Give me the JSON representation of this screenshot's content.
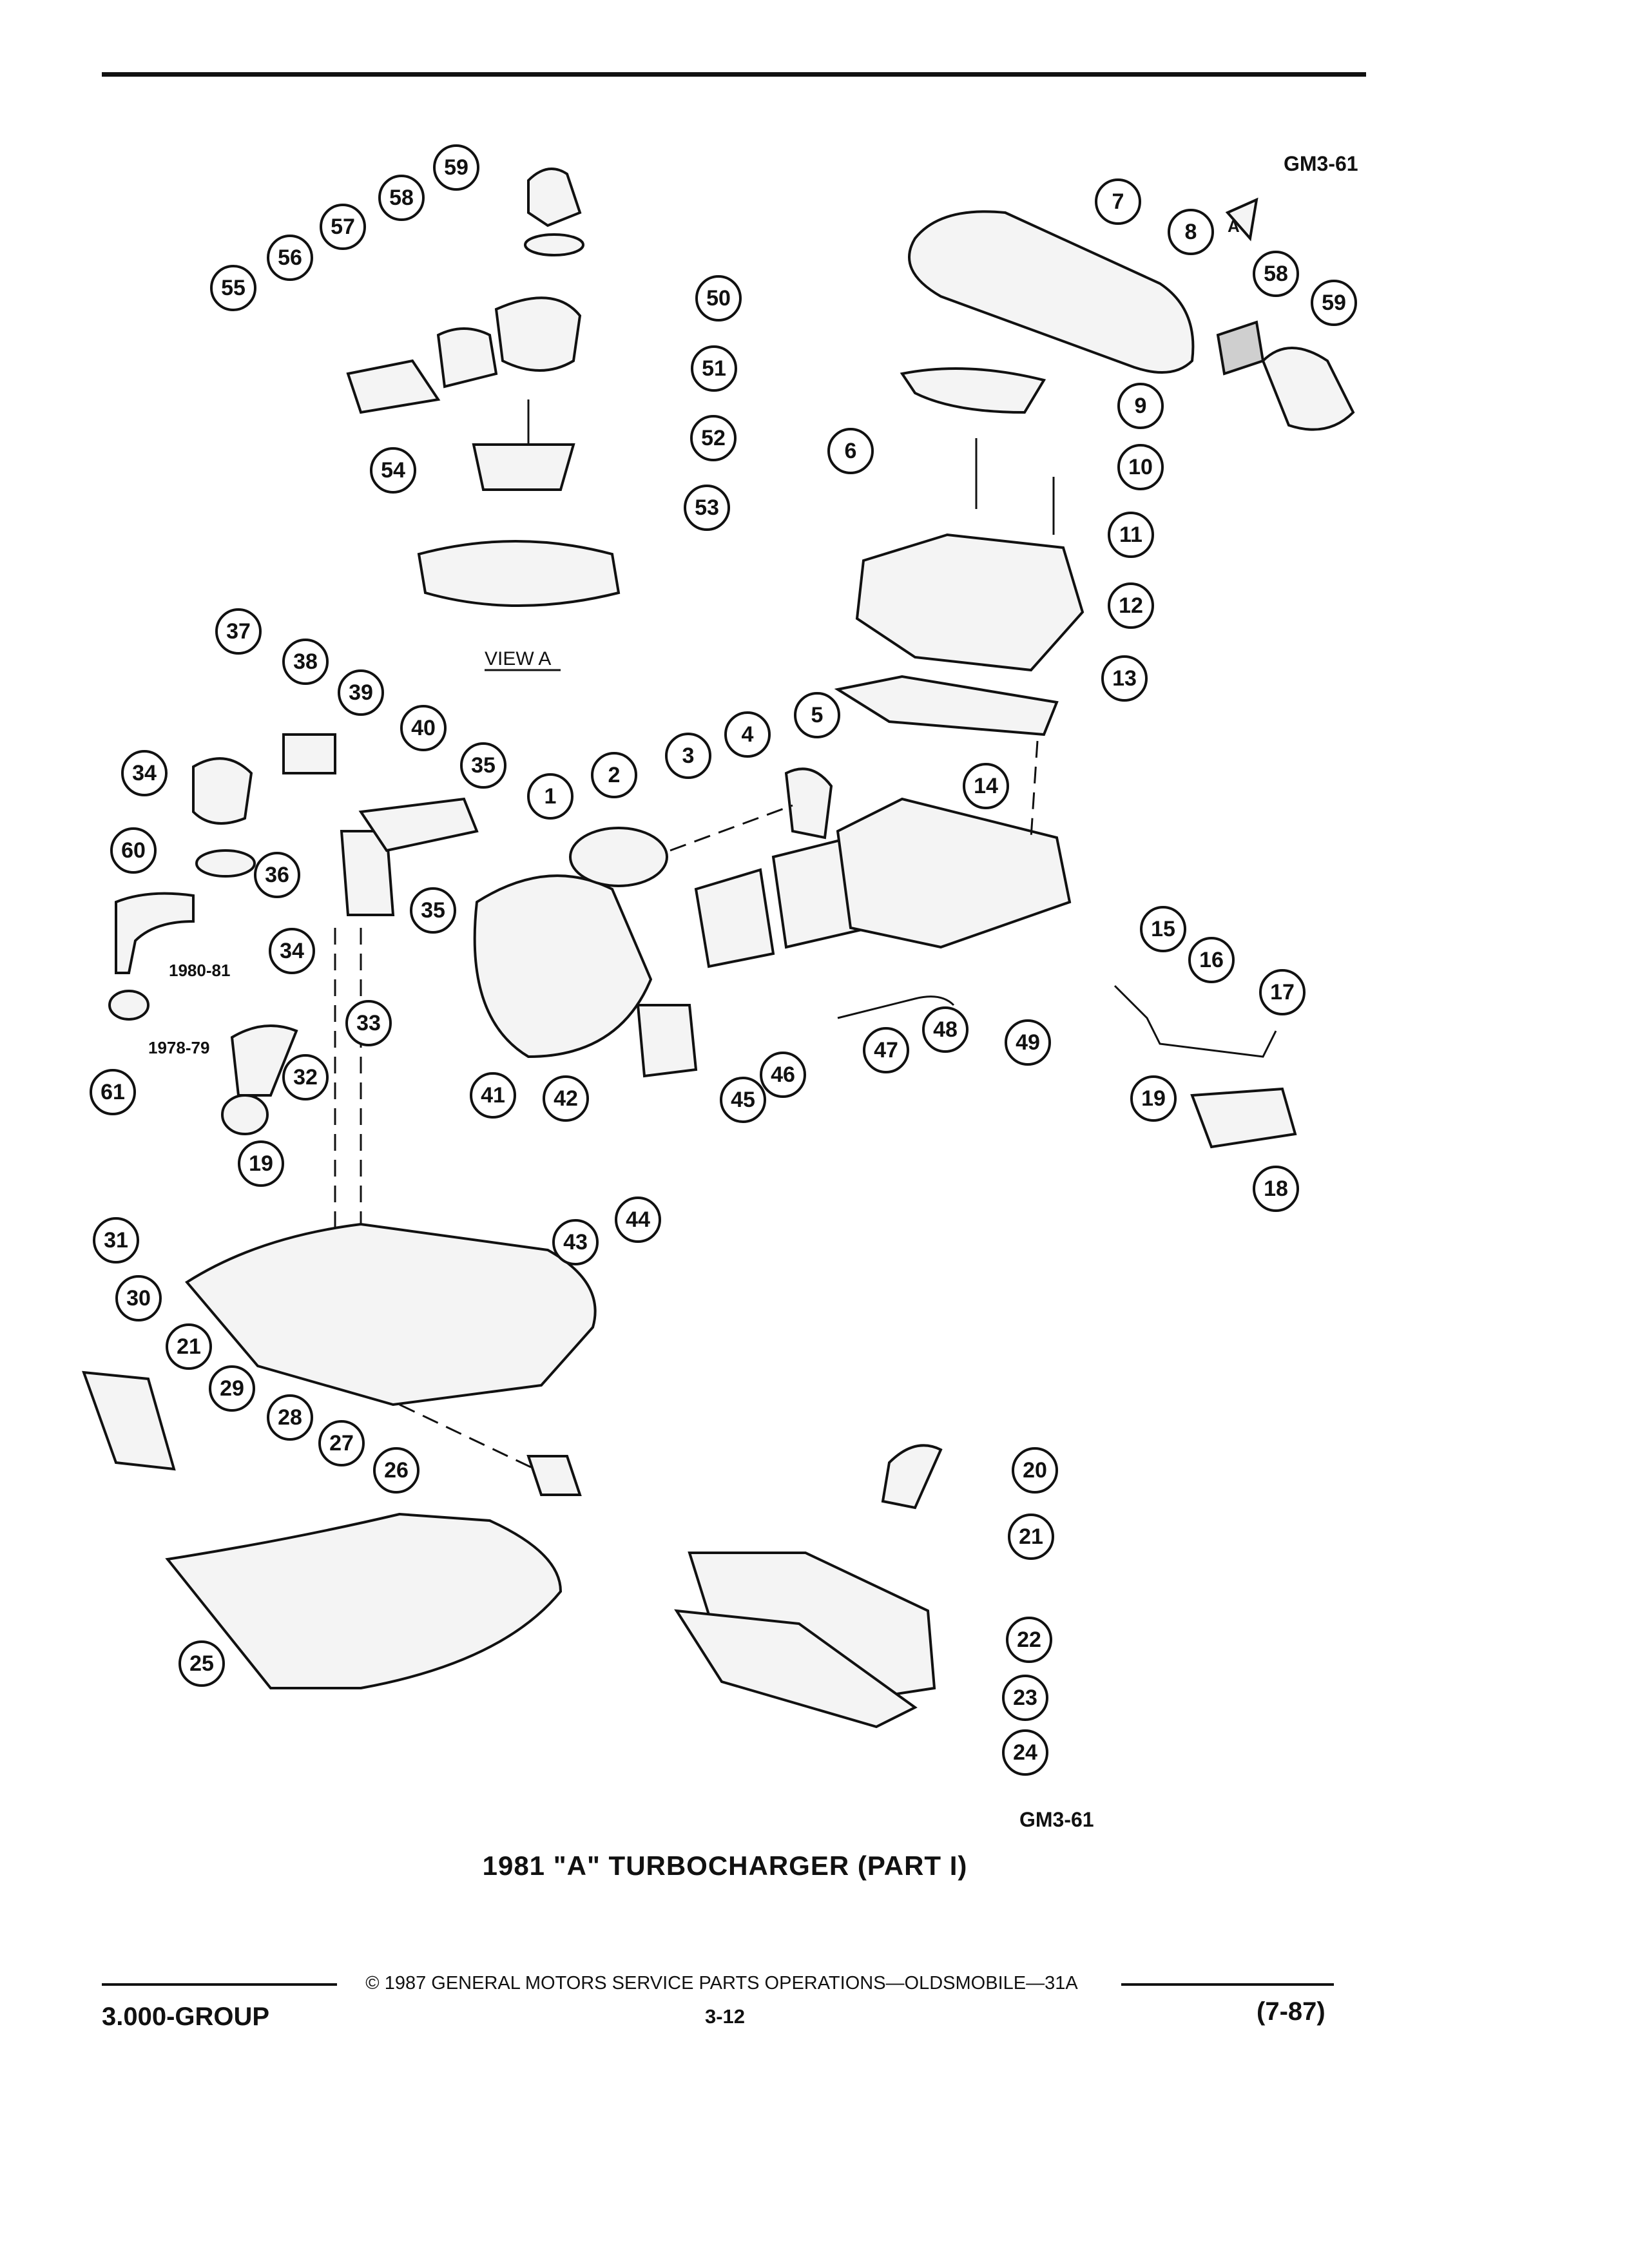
{
  "figure": {
    "code_top": "GM3-61",
    "code_bottom": "GM3-61",
    "caption": "1981 \"A\" TURBOCHARGER (PART I)",
    "view_label": "VIEW A",
    "direction_marker": "A",
    "year_labels": {
      "a": "1980-81",
      "b": "1978-79"
    },
    "callout_numbers": [
      "1",
      "2",
      "3",
      "4",
      "5",
      "6",
      "7",
      "8",
      "9",
      "10",
      "11",
      "12",
      "13",
      "14",
      "15",
      "16",
      "17",
      "18",
      "19",
      "19",
      "20",
      "21",
      "21",
      "22",
      "23",
      "24",
      "25",
      "26",
      "27",
      "28",
      "29",
      "30",
      "31",
      "32",
      "33",
      "34",
      "34",
      "35",
      "35",
      "36",
      "37",
      "38",
      "39",
      "40",
      "41",
      "42",
      "43",
      "44",
      "45",
      "46",
      "47",
      "48",
      "49",
      "50",
      "51",
      "52",
      "53",
      "54",
      "55",
      "56",
      "57",
      "58",
      "58",
      "59",
      "59",
      "60",
      "61"
    ]
  },
  "footer": {
    "copyright": "© 1987 GENERAL MOTORS SERVICE PARTS OPERATIONS—OLDSMOBILE—31A",
    "group": "3.000-GROUP",
    "page": "3-12",
    "date": "(7-87)"
  }
}
